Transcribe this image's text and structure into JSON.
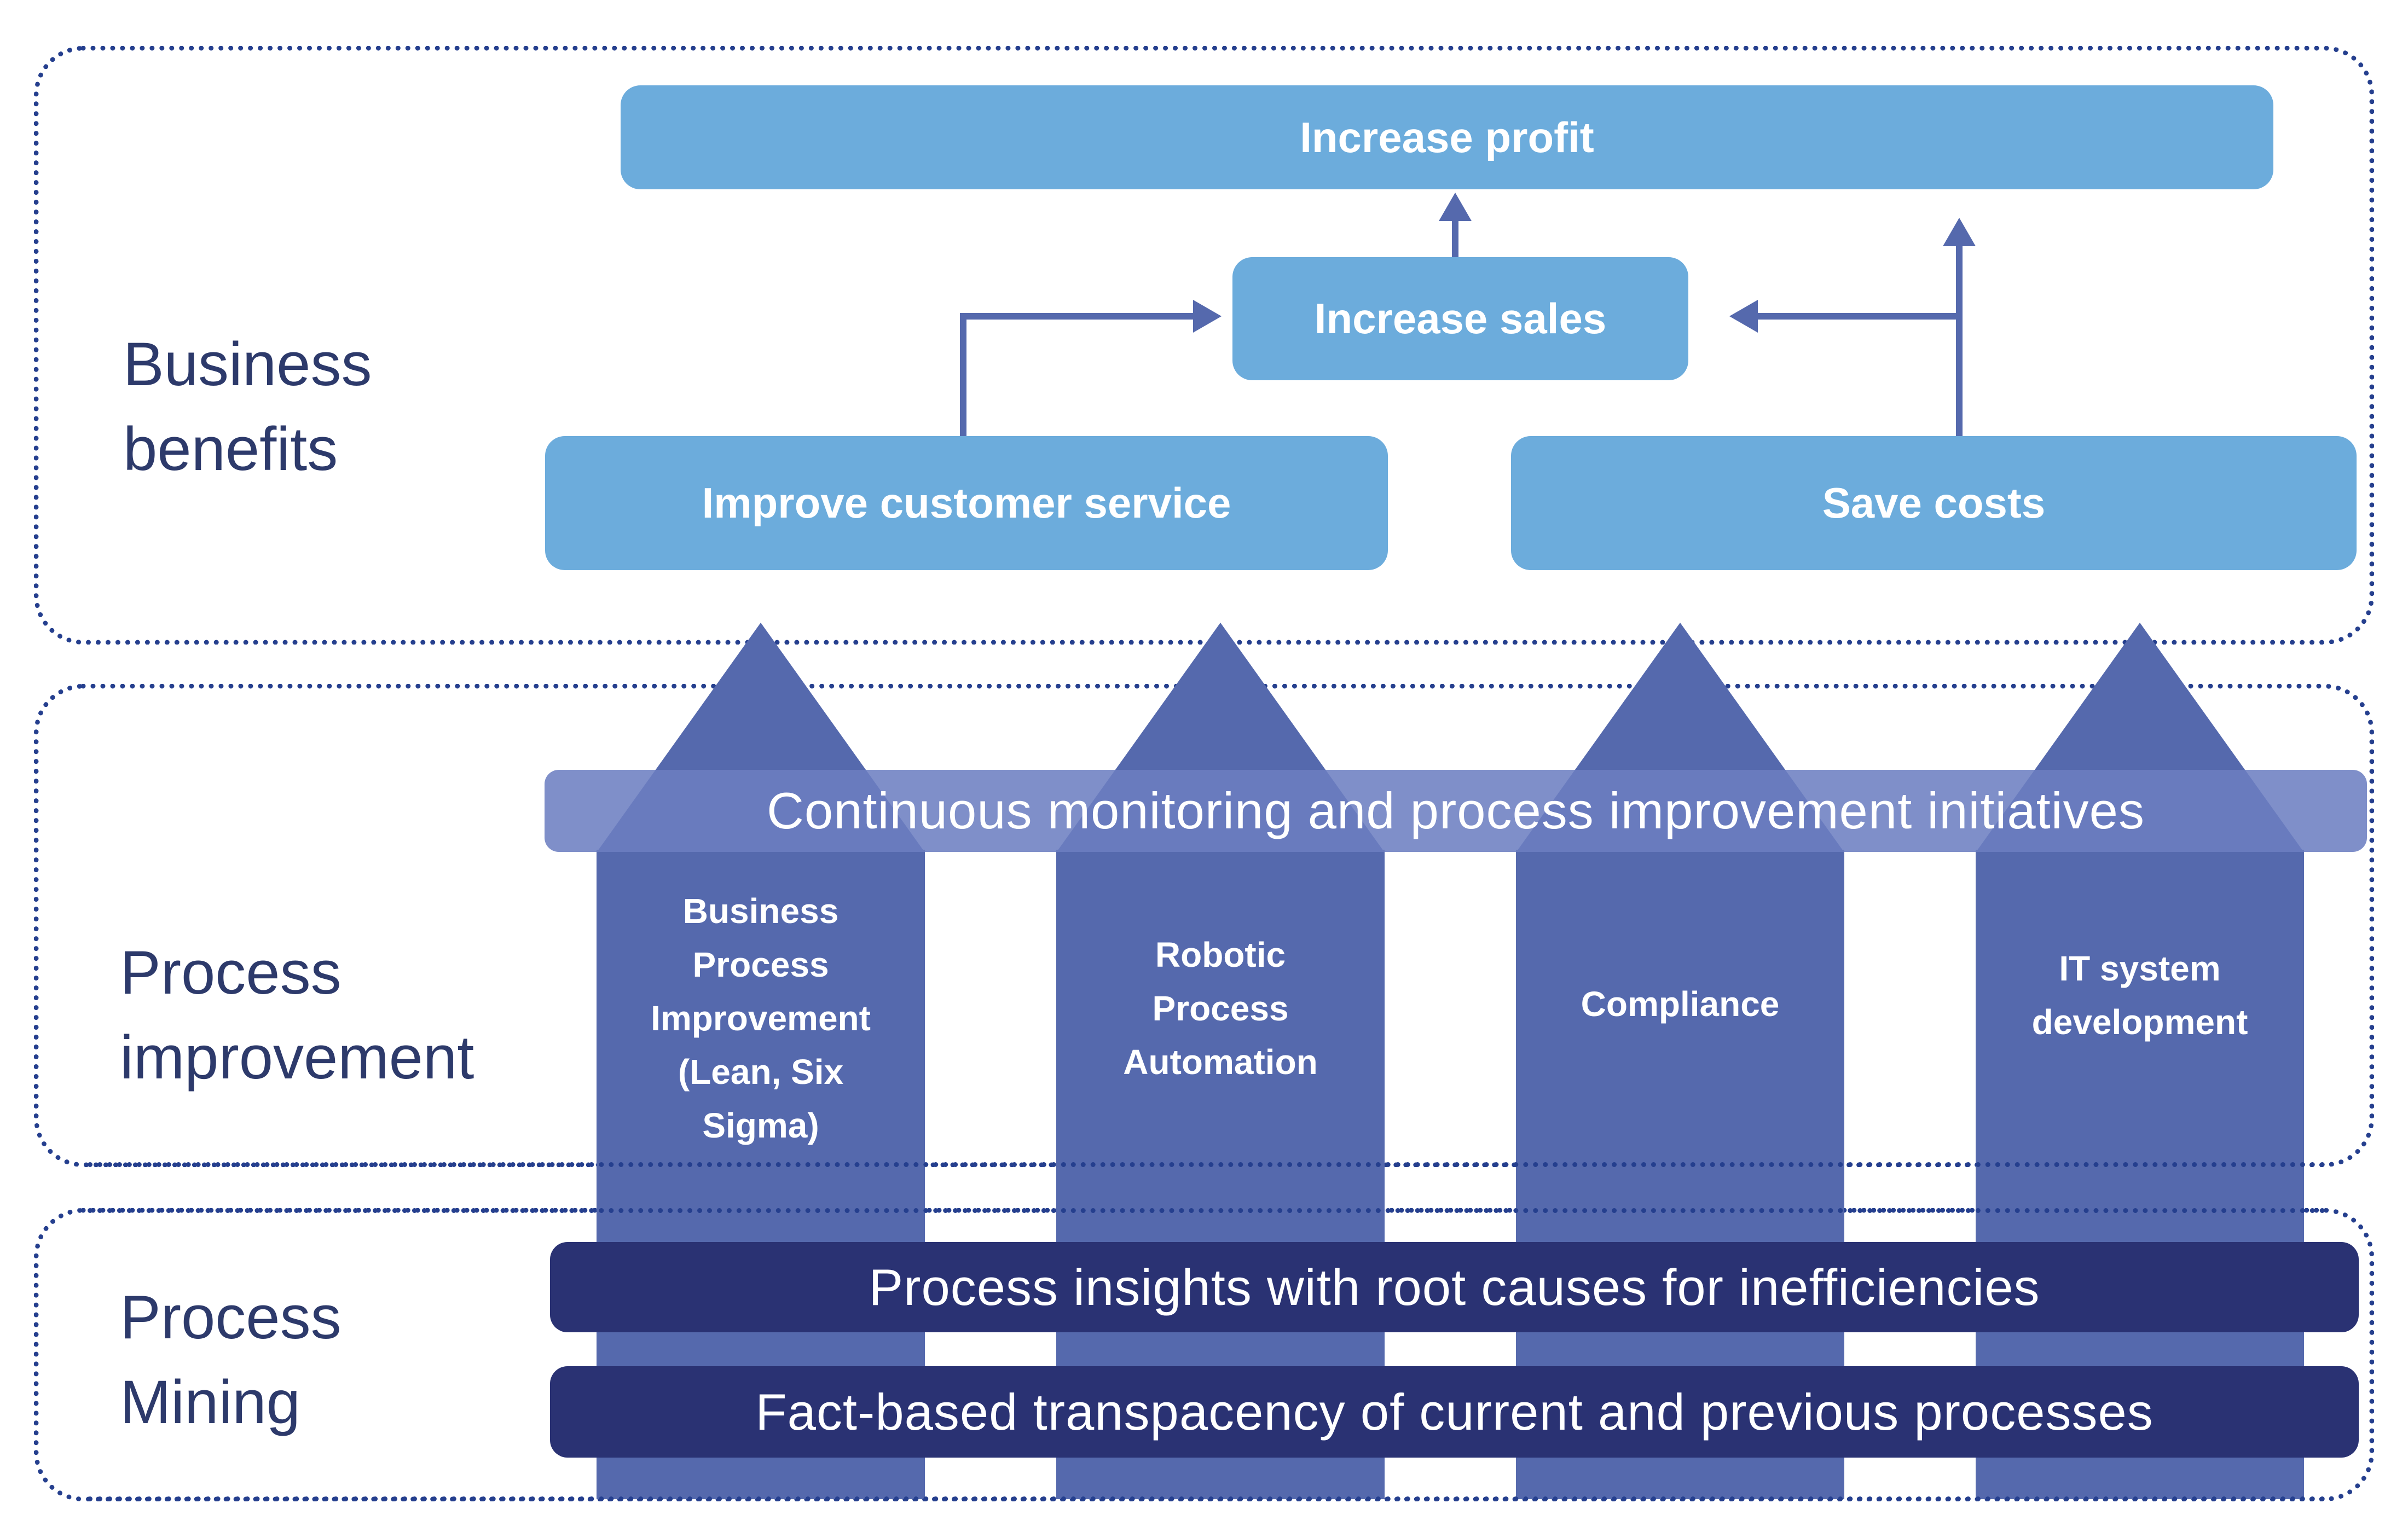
{
  "colors": {
    "navy_text": "#2d3a6b",
    "dotted_border": "#253f8e",
    "benefit_box_blue": "#6cacdc",
    "arrow_blue": "#5569ad",
    "band_fill": "rgba(108,126,193,0.87)",
    "bar_navy": "#2a3273",
    "text_white": "#ffffff"
  },
  "sections": {
    "business_benefits": {
      "label": "Business\nbenefits"
    },
    "process_improvement": {
      "label": "Process\nimprovement"
    },
    "process_mining": {
      "label": "Process\nMining"
    }
  },
  "benefit_boxes": {
    "increase_profit": "Increase profit",
    "increase_sales": "Increase sales",
    "improve_customer_service": "Improve customer service",
    "save_costs": "Save costs"
  },
  "band_label": "Continuous monitoring and process improvement initiatives",
  "columns": [
    {
      "label": "Business\nProcess\nImprovement\n(Lean, Six\nSigma)"
    },
    {
      "label": "Robotic\nProcess\nAutomation"
    },
    {
      "label": "Compliance"
    },
    {
      "label": "IT system\ndevelopment"
    }
  ],
  "mining_bars": [
    {
      "label": "Process insights with root causes for inefficiencies"
    },
    {
      "label": "Fact-based transpacency of current and previous processes"
    }
  ]
}
